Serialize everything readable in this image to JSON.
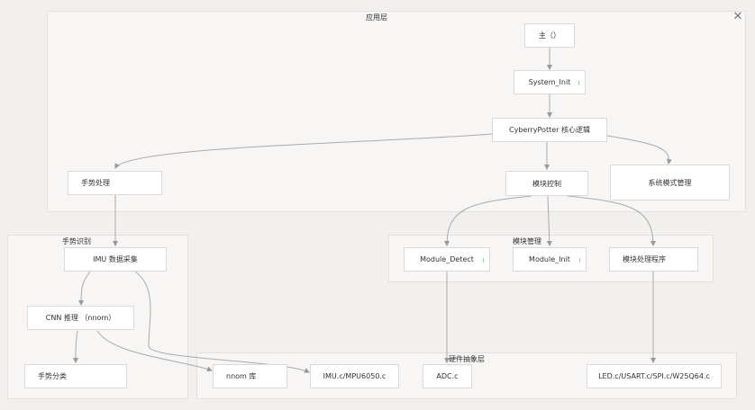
{
  "close_icon": "close-icon",
  "groups": {
    "app_layer": "应用层",
    "gesture_recognition": "手势识别",
    "module_management": "模块管理",
    "hal_layer": "硬件抽象层"
  },
  "nodes": {
    "main": "主（）",
    "system_init": "System_Init",
    "core_logic": "CyberryPotter 核心逻辑",
    "gesture_handle": "手势处理",
    "module_control": "模块控制",
    "sys_mode_mgmt": "系统模式管理",
    "imu_collect": "IMU 数据采集",
    "cnn_infer": "CNN 推理 （nnom）",
    "gesture_classify": "手势分类",
    "module_detect": "Module_Detect",
    "module_init": "Module_Init",
    "module_proc": "模块处理程序",
    "nnom_lib": "nnom 库",
    "imu_file": "IMU.c/MPU6050.c",
    "adc_file": "ADC.c",
    "periph_files": "LED.c/USART.c/SPI.c/W25Q64.c"
  }
}
